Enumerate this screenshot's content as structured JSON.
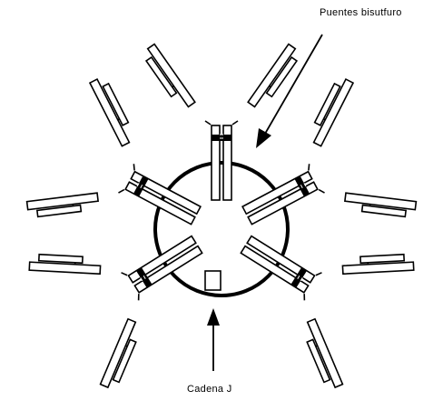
{
  "labels": {
    "disulfide_bridges": "Puentes bisutfuro",
    "j_chain": "Cadena J"
  },
  "colors": {
    "stroke": "#000000",
    "background": "#ffffff"
  },
  "structure": {
    "antibody_units": 5,
    "arms_per_unit": 2
  }
}
